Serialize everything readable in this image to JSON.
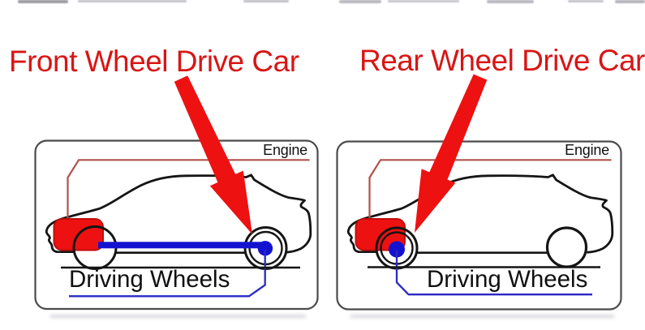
{
  "headings": {
    "front": "Front Wheel Drive Car",
    "rear": "Rear Wheel Drive Car"
  },
  "front_diagram": {
    "engine_label": "Engine",
    "driving_wheels_label": "Driving Wheels",
    "driven_wheel_position": "rear wheel (blue hub dot, long driveshaft bar from engine)"
  },
  "rear_diagram": {
    "engine_label": "Engine",
    "driving_wheels_label": "Driving Wheels",
    "driven_wheel_position": "front wheel (blue hub dot under engine)"
  },
  "colors": {
    "label_red": "#d91515",
    "arrow_red": "#ee1111",
    "engine_block_red": "#ee1111",
    "engine_block_border_red": "#bf0e0e",
    "engine_leader_line_red": "#b1514b",
    "drive_blue": "#1313cf",
    "drive_line_blue": "#2a2ac4",
    "outline_black": "#151515",
    "frame_gray": "#4b4b4b"
  }
}
